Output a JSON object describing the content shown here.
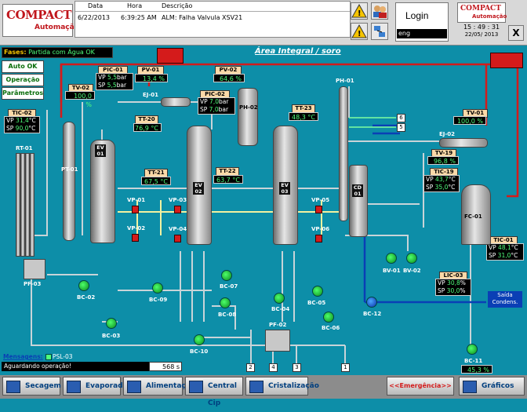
{
  "header": {
    "logo_main": "COMPACT",
    "logo_sub": "Automação",
    "alarm_columns": [
      "Data",
      "Hora",
      "Descrição"
    ],
    "alarm_row": {
      "date": "6/22/2013",
      "time": "6:39:25 AM",
      "desc": "ALM: Falha Valvula XSV21"
    },
    "login_label": "Login",
    "login_value": "eng",
    "clock_time": "15 : 49 : 31",
    "clock_date": "22/05/ 2013",
    "close_label": "X"
  },
  "phase": {
    "label": "Fases:",
    "value": "Partida com Água OK"
  },
  "title": "Área  Integral / soro",
  "side_buttons": [
    "Auto OK",
    "Operação",
    "Parâmetros"
  ],
  "instruments": {
    "tv02": {
      "tag": "TV-02",
      "value": "100,0 %"
    },
    "pic01": {
      "tag": "PIC-01",
      "vp": "5,5",
      "sp": "5,5",
      "unit": "bar"
    },
    "pv01": {
      "tag": "PV-01",
      "value": "13,4 %"
    },
    "pv02": {
      "tag": "PV-02",
      "value": "64,6 %"
    },
    "pic02": {
      "tag": "PIC-02",
      "vp": "7,0",
      "sp": "7,0",
      "unit": "bar"
    },
    "tic02": {
      "tag": "TIC-02",
      "vp": "31,4",
      "sp": "90,0",
      "unit": "°C"
    },
    "tt20": {
      "tag": "TT-20",
      "value": "76,9 °C"
    },
    "tt21": {
      "tag": "TT-21",
      "value": "67,5 °C"
    },
    "tt22": {
      "tag": "TT-22",
      "value": "63,7 °C"
    },
    "tt23": {
      "tag": "TT-23",
      "value": "48,3 °C"
    },
    "tv01": {
      "tag": "TV-01",
      "value": "100,0 %"
    },
    "tv19": {
      "tag": "TV-19",
      "value": "96,8 %"
    },
    "tic19": {
      "tag": "TIC-19",
      "vp": "43,7",
      "sp": "35,0",
      "unit": "°C"
    },
    "tic01": {
      "tag": "TIC-01",
      "vp": "48,1",
      "sp": "31,0",
      "unit": "°C"
    },
    "lic03": {
      "tag": "LIC-03",
      "vp": "30,8",
      "sp": "30,0",
      "unit": "%"
    }
  },
  "equipment": {
    "rt01": "RT-01",
    "pt01": "PT-01",
    "ev01": "EV\n01",
    "ev02": "EV\n02",
    "ev03": "EV\n03",
    "ej01": "EJ-01",
    "ej02": "EJ-02",
    "ph02": "PH-02",
    "ph01": "PH-01",
    "cd01": "CD\n01",
    "fc01": "FC-01",
    "pf03": "PF-03",
    "pf02": "PF-02",
    "vp01": "VP-01",
    "vp02": "VP-02",
    "vp03": "VP-03",
    "vp04": "VP-04",
    "vp05": "VP-05",
    "vp06": "VP-06",
    "bc02": "BC-02",
    "bc03": "BC-03",
    "bc09": "BC-09",
    "bc07": "BC-07",
    "bc08": "BC-08",
    "bc04": "BC-04",
    "bc05": "BC-05",
    "bc06": "BC-06",
    "bc10": "BC-10",
    "bc12": "BC-12",
    "bc11": "BC-11",
    "bv01": "BV-01",
    "bv02": "BV-02",
    "bc11_value": "45,3 %",
    "saida": "Saída\nCondens.",
    "nums": [
      "6",
      "5",
      "2",
      "4",
      "3",
      "1"
    ]
  },
  "messages": {
    "label": "Mensagens:",
    "psl": "PSL-03",
    "status": "Aguardando operação!",
    "timer": "568 s"
  },
  "footer": {
    "buttons": [
      "Secagem",
      "Evaporador",
      "Alimentação",
      "Central Cip",
      "Cristalização"
    ],
    "emergency": "<<Emergência>>",
    "graphs": "Gráficos"
  },
  "colors": {
    "background": "#0d8ea8",
    "steam": "#d41b1b",
    "product": "#f2f2a0",
    "water": "#0a3fb5",
    "pump": "#1ec43a"
  }
}
